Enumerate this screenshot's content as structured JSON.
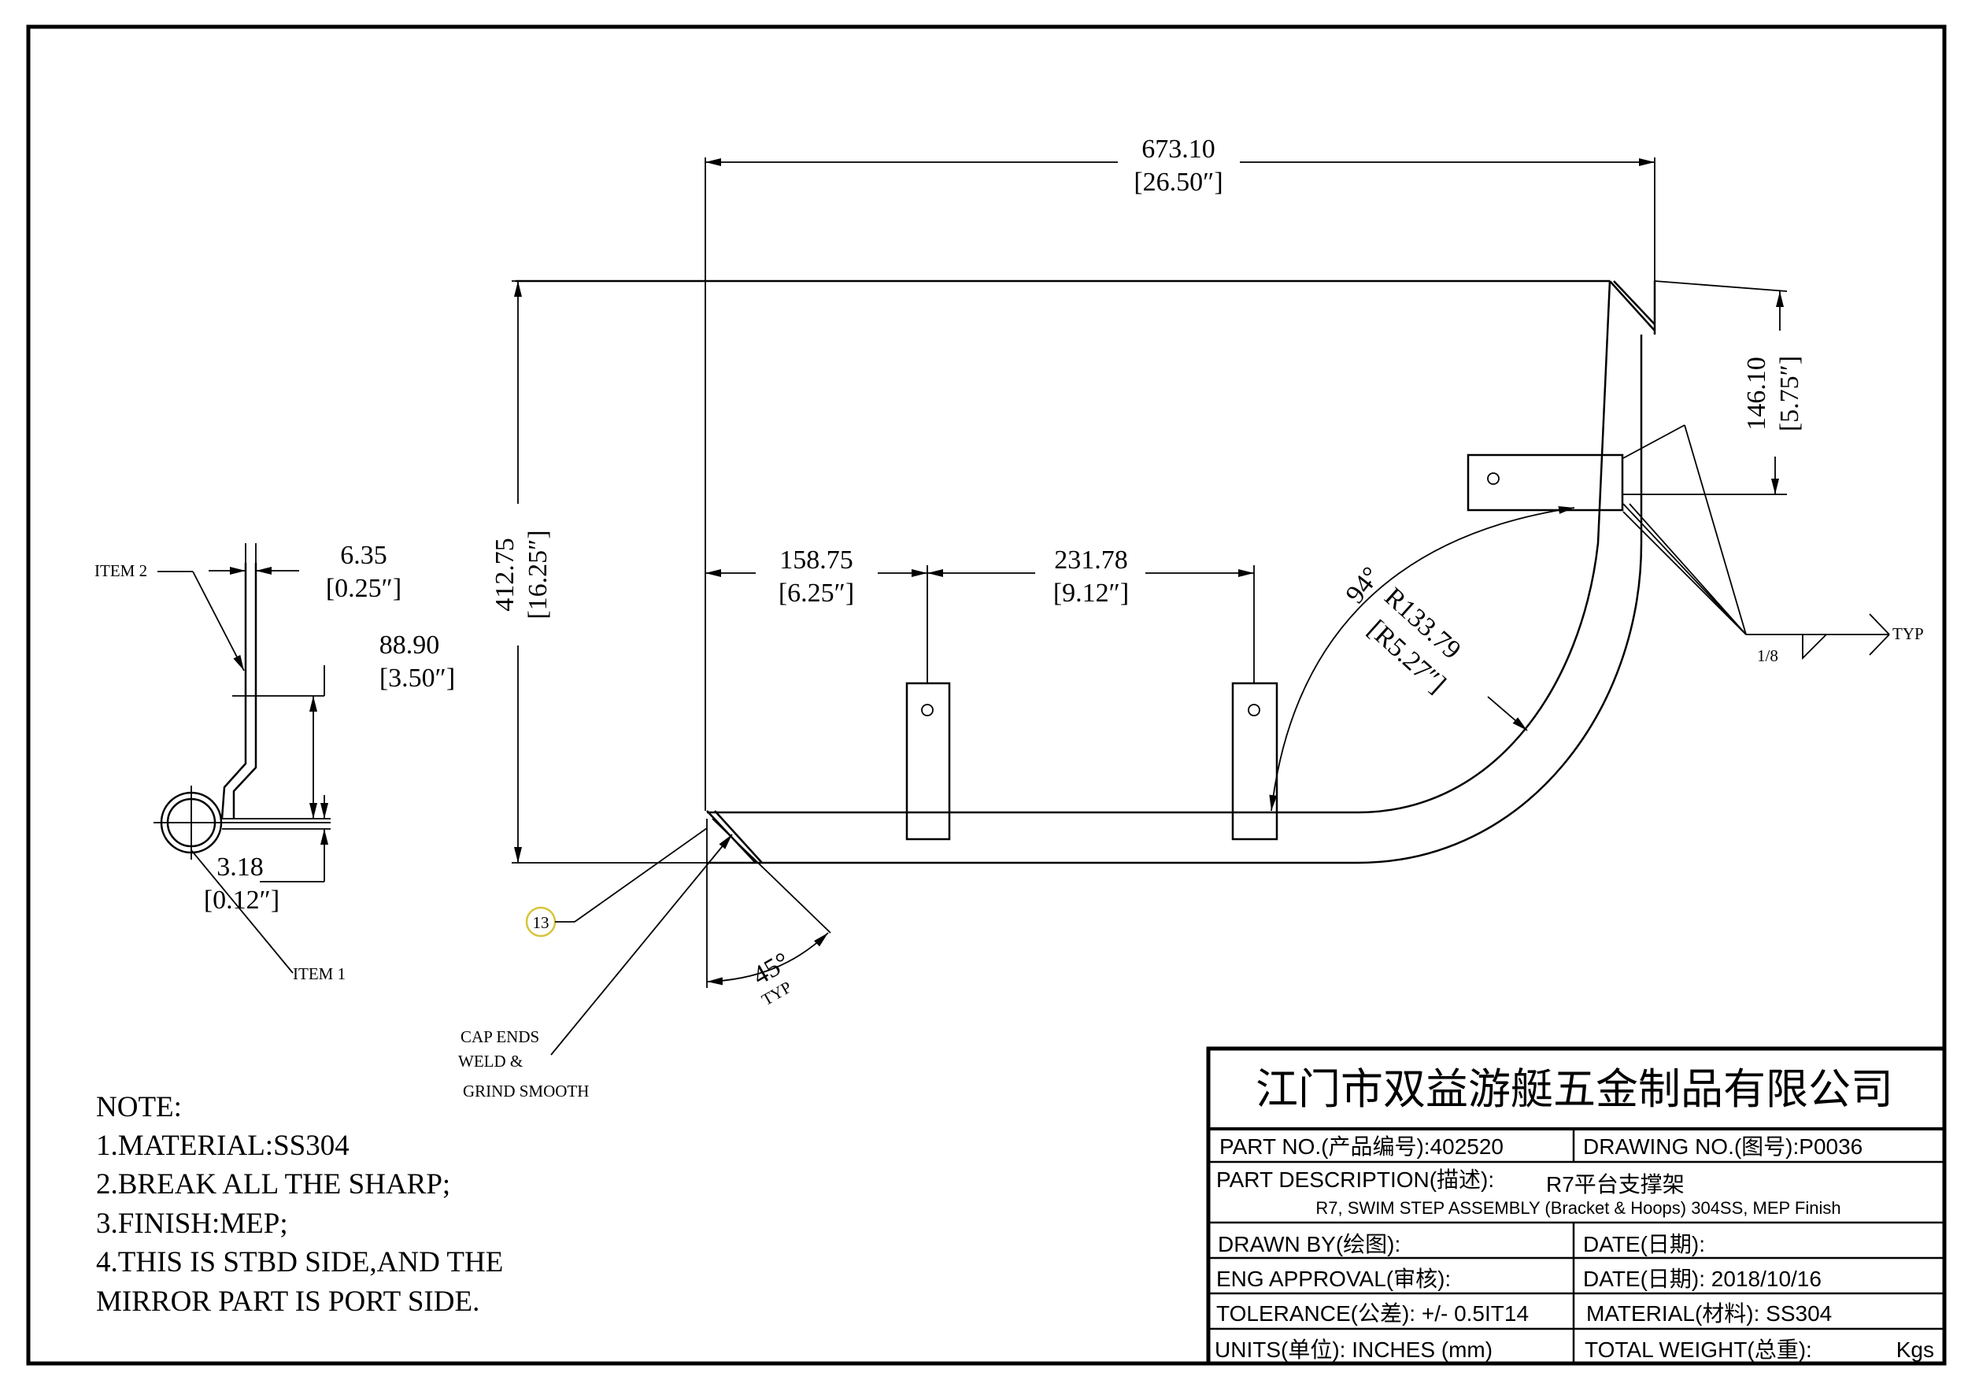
{
  "dimensions": {
    "width_top": {
      "mm": "673.10",
      "in": "[26.50″]"
    },
    "height": {
      "mm": "412.75",
      "in": "[16.25″]"
    },
    "offset_right": {
      "mm": "146.10",
      "in": "[5.75″]"
    },
    "spacing_1": {
      "mm": "158.75",
      "in": "[6.25″]"
    },
    "spacing_2": {
      "mm": "231.78",
      "in": "[9.12″]"
    },
    "radius": {
      "mm": "R133.79",
      "in": "[R5.27″]"
    },
    "angle_94": "94°",
    "angle_45": "45°",
    "typ": "TYP",
    "detail_thk": {
      "mm": "6.35",
      "in": "[0.25″]"
    },
    "detail_len": {
      "mm": "88.90",
      "in": "[3.50″]"
    },
    "detail_off": {
      "mm": "3.18",
      "in": "[0.12″]"
    }
  },
  "labels": {
    "item2": "ITEM 2",
    "item1": "ITEM 1",
    "balloon": "13",
    "weld_size": "1/8",
    "weld_typ": "TYP",
    "cap_1": "CAP ENDS",
    "cap_2": "WELD &",
    "cap_3": "GRIND SMOOTH"
  },
  "notes": [
    "NOTE:",
    "1.MATERIAL:SS304",
    "2.BREAK ALL THE SHARP;",
    "3.FINISH:MEP;",
    "4.THIS IS STBD SIDE,AND THE",
    "MIRROR PART IS PORT SIDE."
  ],
  "title_block": {
    "company": "江门市双益游艇五金制品有限公司",
    "part_no": "PART NO.(产品编号):402520",
    "drawing_no": "DRAWING NO.(图号):P0036",
    "part_desc_label": "PART DESCRIPTION(描述):",
    "part_desc_cn": "R7平台支撑架",
    "part_desc_en": "R7, SWIM STEP ASSEMBLY (Bracket & Hoops) 304SS, MEP Finish",
    "drawn_by": "DRAWN BY(绘图):",
    "date_1": "DATE(日期):",
    "eng_approval": "ENG APPROVAL(审核):",
    "date_2": "DATE(日期): 2018/10/16",
    "tolerance": "TOLERANCE(公差): +/- 0.5IT14",
    "material": "MATERIAL(材料): SS304",
    "units": "UNITS(单位): INCHES (mm)",
    "total_weight": "TOTAL WEIGHT(总重):",
    "kgs": "Kgs"
  }
}
